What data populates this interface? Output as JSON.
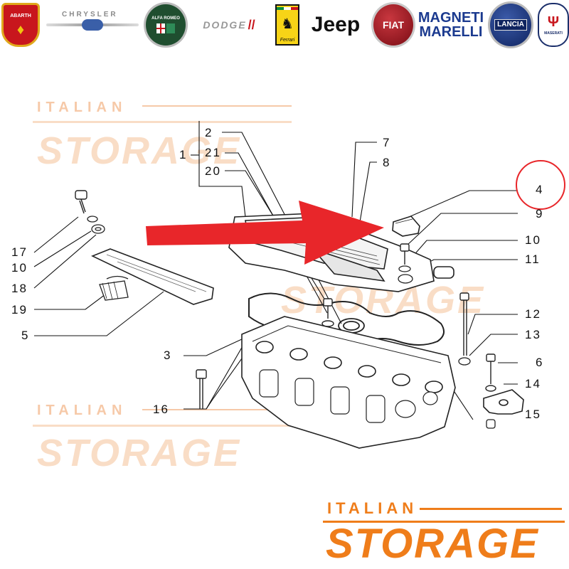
{
  "brands": [
    {
      "id": "abarth",
      "label": "ABARTH"
    },
    {
      "id": "chrysler",
      "label": "CHRYSLER"
    },
    {
      "id": "alfa-romeo",
      "label": "ALFA ROMEO"
    },
    {
      "id": "dodge",
      "label": "DODGE"
    },
    {
      "id": "ferrari",
      "label": "Ferrari"
    },
    {
      "id": "jeep",
      "label": "Jeep"
    },
    {
      "id": "fiat",
      "label": "FIAT"
    },
    {
      "id": "magneti-marelli",
      "label_top": "MAGNETI",
      "label_bottom": "MARELLI"
    },
    {
      "id": "lancia",
      "label": "LANCIA"
    },
    {
      "id": "maserati",
      "label": "MASERATI"
    }
  ],
  "watermark": {
    "small": "ITALIAN",
    "big": "STORAGE"
  },
  "footer_logo": {
    "small": "ITALIAN",
    "big": "STORAGE"
  },
  "callouts": {
    "c1": "1",
    "c2": "2",
    "c21": "21",
    "c20": "20",
    "c7": "7",
    "c8": "8",
    "c4": "4",
    "c9": "9",
    "c10r": "10",
    "c11": "11",
    "c12": "12",
    "c13": "13",
    "c6": "6",
    "c14": "14",
    "c15": "15",
    "c17": "17",
    "c10l": "10",
    "c18": "18",
    "c19": "19",
    "c5": "5",
    "c3": "3",
    "c16": "16"
  },
  "colors": {
    "arrow": "#e8262a",
    "highlight_circle": "#e8262a",
    "brand_orange": "#ef7d1a",
    "watermark": "#f9ddc6"
  }
}
